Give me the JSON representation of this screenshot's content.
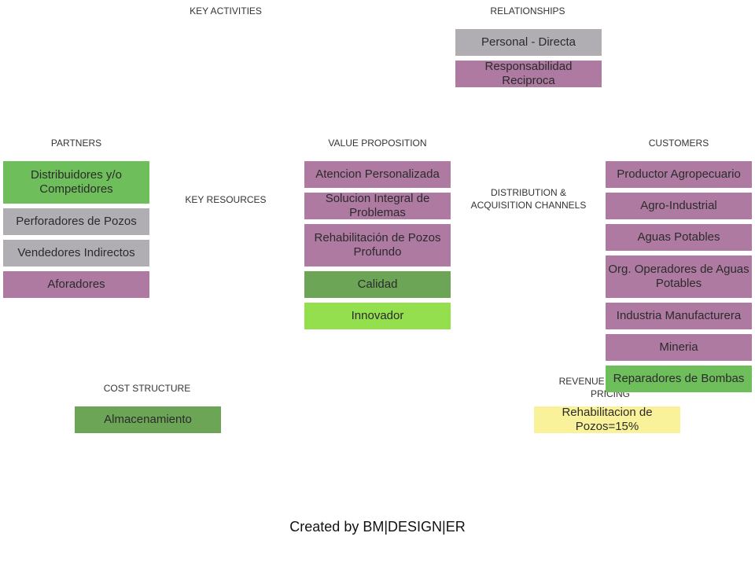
{
  "headers": {
    "key_activities": "KEY ACTIVITIES",
    "relationships": "RELATIONSHIPS",
    "partners": "PARTNERS",
    "value_proposition": "VALUE PROPOSITION",
    "customers": "CUSTOMERS",
    "key_resources": "KEY RESOURCES",
    "distribution_line1": "DISTRIBUTION  &",
    "distribution_line2": "ACQUISITION  CHANNELS",
    "cost_structure": "COST  STRUCTURE",
    "revenue_line1": "REVENUE  STREAMS  &",
    "revenue_line2": "PRICING"
  },
  "relationships": [
    "Personal - Directa",
    "Responsabilidad Reciproca"
  ],
  "partners": [
    "Distribuidores y/o Competidores",
    "Perforadores de Pozos",
    "Vendedores Indirectos",
    "Aforadores"
  ],
  "value_proposition": [
    "Atencion Personalizada",
    "Solucion Integral de Problemas",
    "Rehabilitación de Pozos Profundo",
    "Calidad",
    "Innovador"
  ],
  "customers": [
    "Productor Agropecuario",
    "Agro-Industrial",
    "Aguas Potables",
    "Org. Operadores de Aguas Potables",
    "Industria Manufacturera",
    "Mineria",
    "Reparadores de Bombas"
  ],
  "cost_structure": [
    "Almacenamiento"
  ],
  "revenue_streams": [
    "Rehabilitacion de Pozos=15%"
  ],
  "colors": {
    "purple": "#ae7aa1",
    "gray": "#b0adb3",
    "green": "#6fbe5c",
    "dark_green": "#6da556",
    "light_green": "#93df4e",
    "yellow": "#f9f29b"
  },
  "footer": "Created by BM|DESIGN|ER"
}
